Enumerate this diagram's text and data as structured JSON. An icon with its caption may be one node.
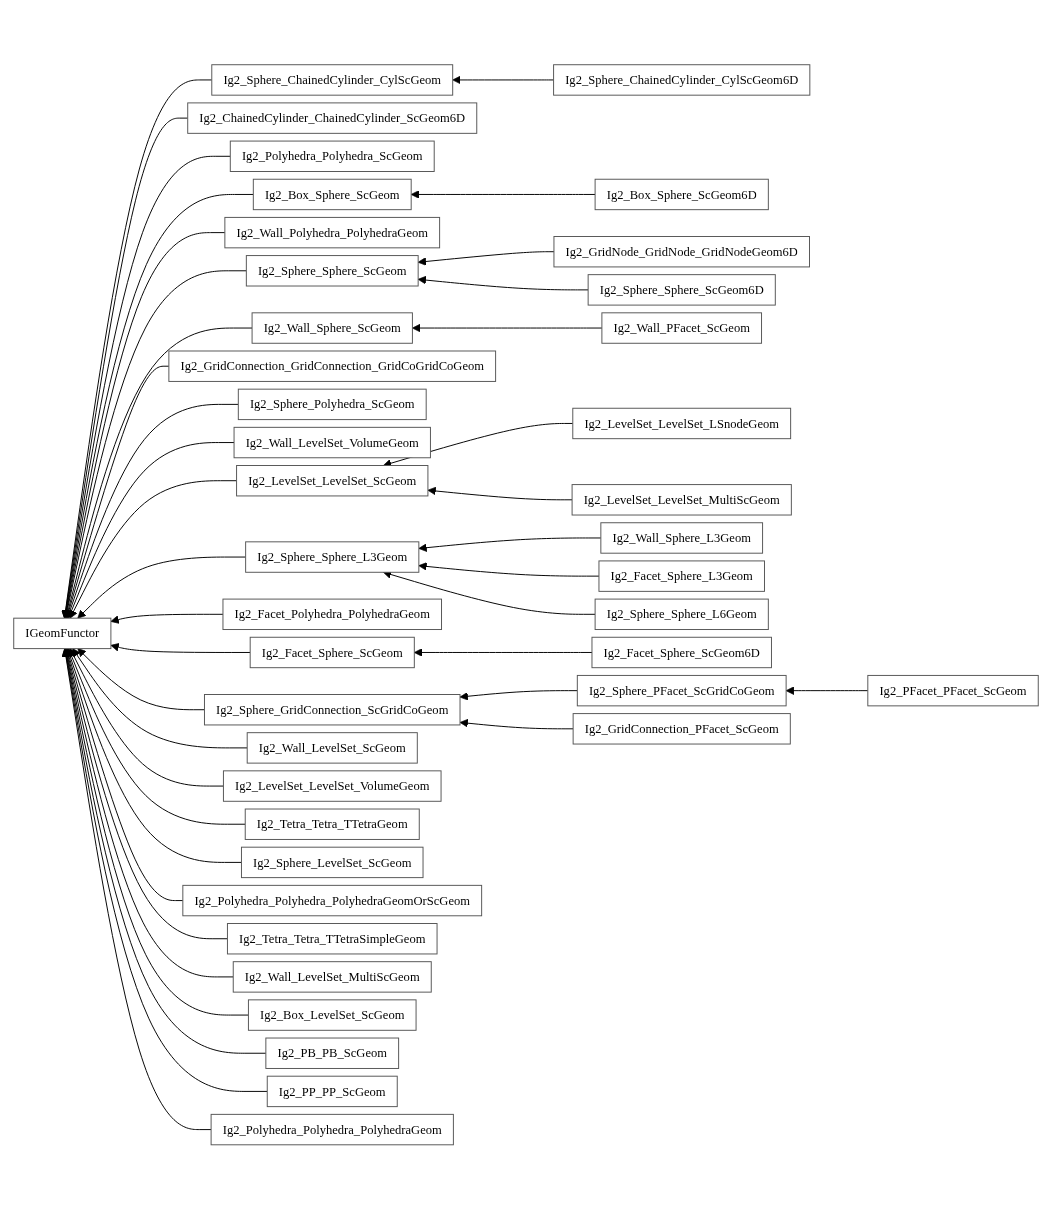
{
  "diagram": {
    "nodes": [
      {
        "text": [
          "IGeomFunctor"
        ]
      },
      {
        "text": [
          "Ig2_Sphere_ChainedCylinder_CylScGeom"
        ]
      },
      {
        "text": [
          "Ig2_Sphere_ChainedCylinder_CylScGeom6D"
        ]
      },
      {
        "text": [
          "Ig2_ChainedCylinder_ChainedCylinder_ScGeom6D"
        ]
      },
      {
        "text": [
          "Ig2_Polyhedra_Polyhedra_ScGeom"
        ]
      },
      {
        "text": [
          "Ig2_Box_Sphere_ScGeom"
        ]
      },
      {
        "text": [
          "Ig2_Box_Sphere_ScGeom6D"
        ]
      },
      {
        "text": [
          "Ig2_Wall_Polyhedra_PolyhedraGeom"
        ]
      },
      {
        "text": [
          "Ig2_GridNode_GridNode_GridNodeGeom6D"
        ]
      },
      {
        "text": [
          "Ig2_Sphere_Sphere_ScGeom"
        ]
      },
      {
        "text": [
          "Ig2_Sphere_Sphere_ScGeom6D"
        ]
      },
      {
        "text": [
          "Ig2_Wall_Sphere_ScGeom"
        ]
      },
      {
        "text": [
          "Ig2_Wall_PFacet_ScGeom"
        ]
      },
      {
        "text": [
          "Ig2_GridConnection_GridConnection_GridCoGridCoGeom"
        ]
      },
      {
        "text": [
          "Ig2_Sphere_Polyhedra_ScGeom"
        ]
      },
      {
        "text": [
          "Ig2_LevelSet_LevelSet_LSnodeGeom"
        ]
      },
      {
        "text": [
          "Ig2_Wall_LevelSet_VolumeGeom"
        ]
      },
      {
        "text": [
          "Ig2_LevelSet_LevelSet_MultiScGeom"
        ]
      },
      {
        "text": [
          "Ig2_LevelSet_LevelSet_ScGeom"
        ]
      },
      {
        "text": [
          "Ig2_Wall_Sphere_L3Geom"
        ]
      },
      {
        "text": [
          "Ig2_Sphere_Sphere_L3Geom"
        ]
      },
      {
        "text": [
          "Ig2_Facet_Sphere_L3Geom"
        ]
      },
      {
        "text": [
          "Ig2_Sphere_Sphere_L6Geom"
        ]
      },
      {
        "text": [
          "Ig2_Facet_Polyhedra_PolyhedraGeom"
        ]
      },
      {
        "text": [
          "Ig2_Facet_Sphere_ScGeom"
        ]
      },
      {
        "text": [
          "Ig2_Facet_Sphere_ScGeom6D"
        ]
      },
      {
        "text": [
          "Ig2_Sphere_GridConnection_ScGridCoGeom"
        ]
      },
      {
        "text": [
          "Ig2_Sphere_PFacet_ScGridCoGeom"
        ]
      },
      {
        "text": [
          "Ig2_PFacet_PFacet_ScGeom"
        ]
      },
      {
        "text": [
          "Ig2_GridConnection_PFacet_ScGeom"
        ]
      },
      {
        "text": [
          "Ig2_Wall_LevelSet_ScGeom"
        ]
      },
      {
        "text": [
          "Ig2_LevelSet_LevelSet_VolumeGeom"
        ]
      },
      {
        "text": [
          "Ig2_Tetra_Tetra_TTetraGeom"
        ]
      },
      {
        "text": [
          "Ig2_Sphere_LevelSet_ScGeom"
        ]
      },
      {
        "text": [
          "Ig2_Polyhedra_Polyhedra_PolyhedraGeomOrScGeom"
        ]
      },
      {
        "text": [
          "Ig2_Tetra_Tetra_TTetraSimpleGeom"
        ]
      },
      {
        "text": [
          "Ig2_Wall_LevelSet_MultiScGeom"
        ]
      },
      {
        "text": [
          "Ig2_Box_LevelSet_ScGeom"
        ]
      },
      {
        "text": [
          "Ig2_PB_PB_ScGeom"
        ]
      },
      {
        "text": [
          "Ig2_PP_PP_ScGeom"
        ]
      },
      {
        "text": [
          "Ig2_Polyhedra_Polyhedra_PolyhedraGeom"
        ]
      }
    ],
    "edges": [
      {
        "from": 1,
        "to": 0,
        "arrow": "to"
      },
      {
        "from": 2,
        "to": 1,
        "arrow": "to"
      },
      {
        "from": 3,
        "to": 0,
        "arrow": "to"
      },
      {
        "from": 4,
        "to": 0,
        "arrow": "to"
      },
      {
        "from": 5,
        "to": 0,
        "arrow": "to"
      },
      {
        "from": 6,
        "to": 5,
        "arrow": "to"
      },
      {
        "from": 7,
        "to": 0,
        "arrow": "to"
      },
      {
        "from": 8,
        "to": 9,
        "arrow": "to"
      },
      {
        "from": 9,
        "to": 0,
        "arrow": "to"
      },
      {
        "from": 10,
        "to": 9,
        "arrow": "to"
      },
      {
        "from": 11,
        "to": 0,
        "arrow": "to"
      },
      {
        "from": 12,
        "to": 11,
        "arrow": "to"
      },
      {
        "from": 13,
        "to": 0,
        "arrow": "to"
      },
      {
        "from": 14,
        "to": 0,
        "arrow": "to"
      },
      {
        "from": 15,
        "to": 18,
        "arrow": "to"
      },
      {
        "from": 16,
        "to": 0,
        "arrow": "to"
      },
      {
        "from": 17,
        "to": 18,
        "arrow": "to"
      },
      {
        "from": 18,
        "to": 0,
        "arrow": "to"
      },
      {
        "from": 19,
        "to": 20,
        "arrow": "to"
      },
      {
        "from": 20,
        "to": 0,
        "arrow": "to"
      },
      {
        "from": 21,
        "to": 20,
        "arrow": "to"
      },
      {
        "from": 22,
        "to": 20,
        "arrow": "to"
      },
      {
        "from": 23,
        "to": 0,
        "arrow": "to"
      },
      {
        "from": 24,
        "to": 0,
        "arrow": "to"
      },
      {
        "from": 25,
        "to": 24,
        "arrow": "to"
      },
      {
        "from": 26,
        "to": 0,
        "arrow": "to"
      },
      {
        "from": 27,
        "to": 26,
        "arrow": "to"
      },
      {
        "from": 28,
        "to": 27,
        "arrow": "to"
      },
      {
        "from": 29,
        "to": 26,
        "arrow": "to"
      },
      {
        "from": 30,
        "to": 0,
        "arrow": "to"
      },
      {
        "from": 31,
        "to": 0,
        "arrow": "to"
      },
      {
        "from": 32,
        "to": 0,
        "arrow": "to"
      },
      {
        "from": 33,
        "to": 0,
        "arrow": "to"
      },
      {
        "from": 34,
        "to": 0,
        "arrow": "to"
      },
      {
        "from": 35,
        "to": 0,
        "arrow": "to"
      },
      {
        "from": 36,
        "to": 0,
        "arrow": "to"
      },
      {
        "from": 37,
        "to": 0,
        "arrow": "to"
      },
      {
        "from": 38,
        "to": 0,
        "arrow": "to"
      },
      {
        "from": 39,
        "to": 0,
        "arrow": "to"
      },
      {
        "from": 40,
        "to": 0,
        "arrow": "to"
      }
    ]
  }
}
